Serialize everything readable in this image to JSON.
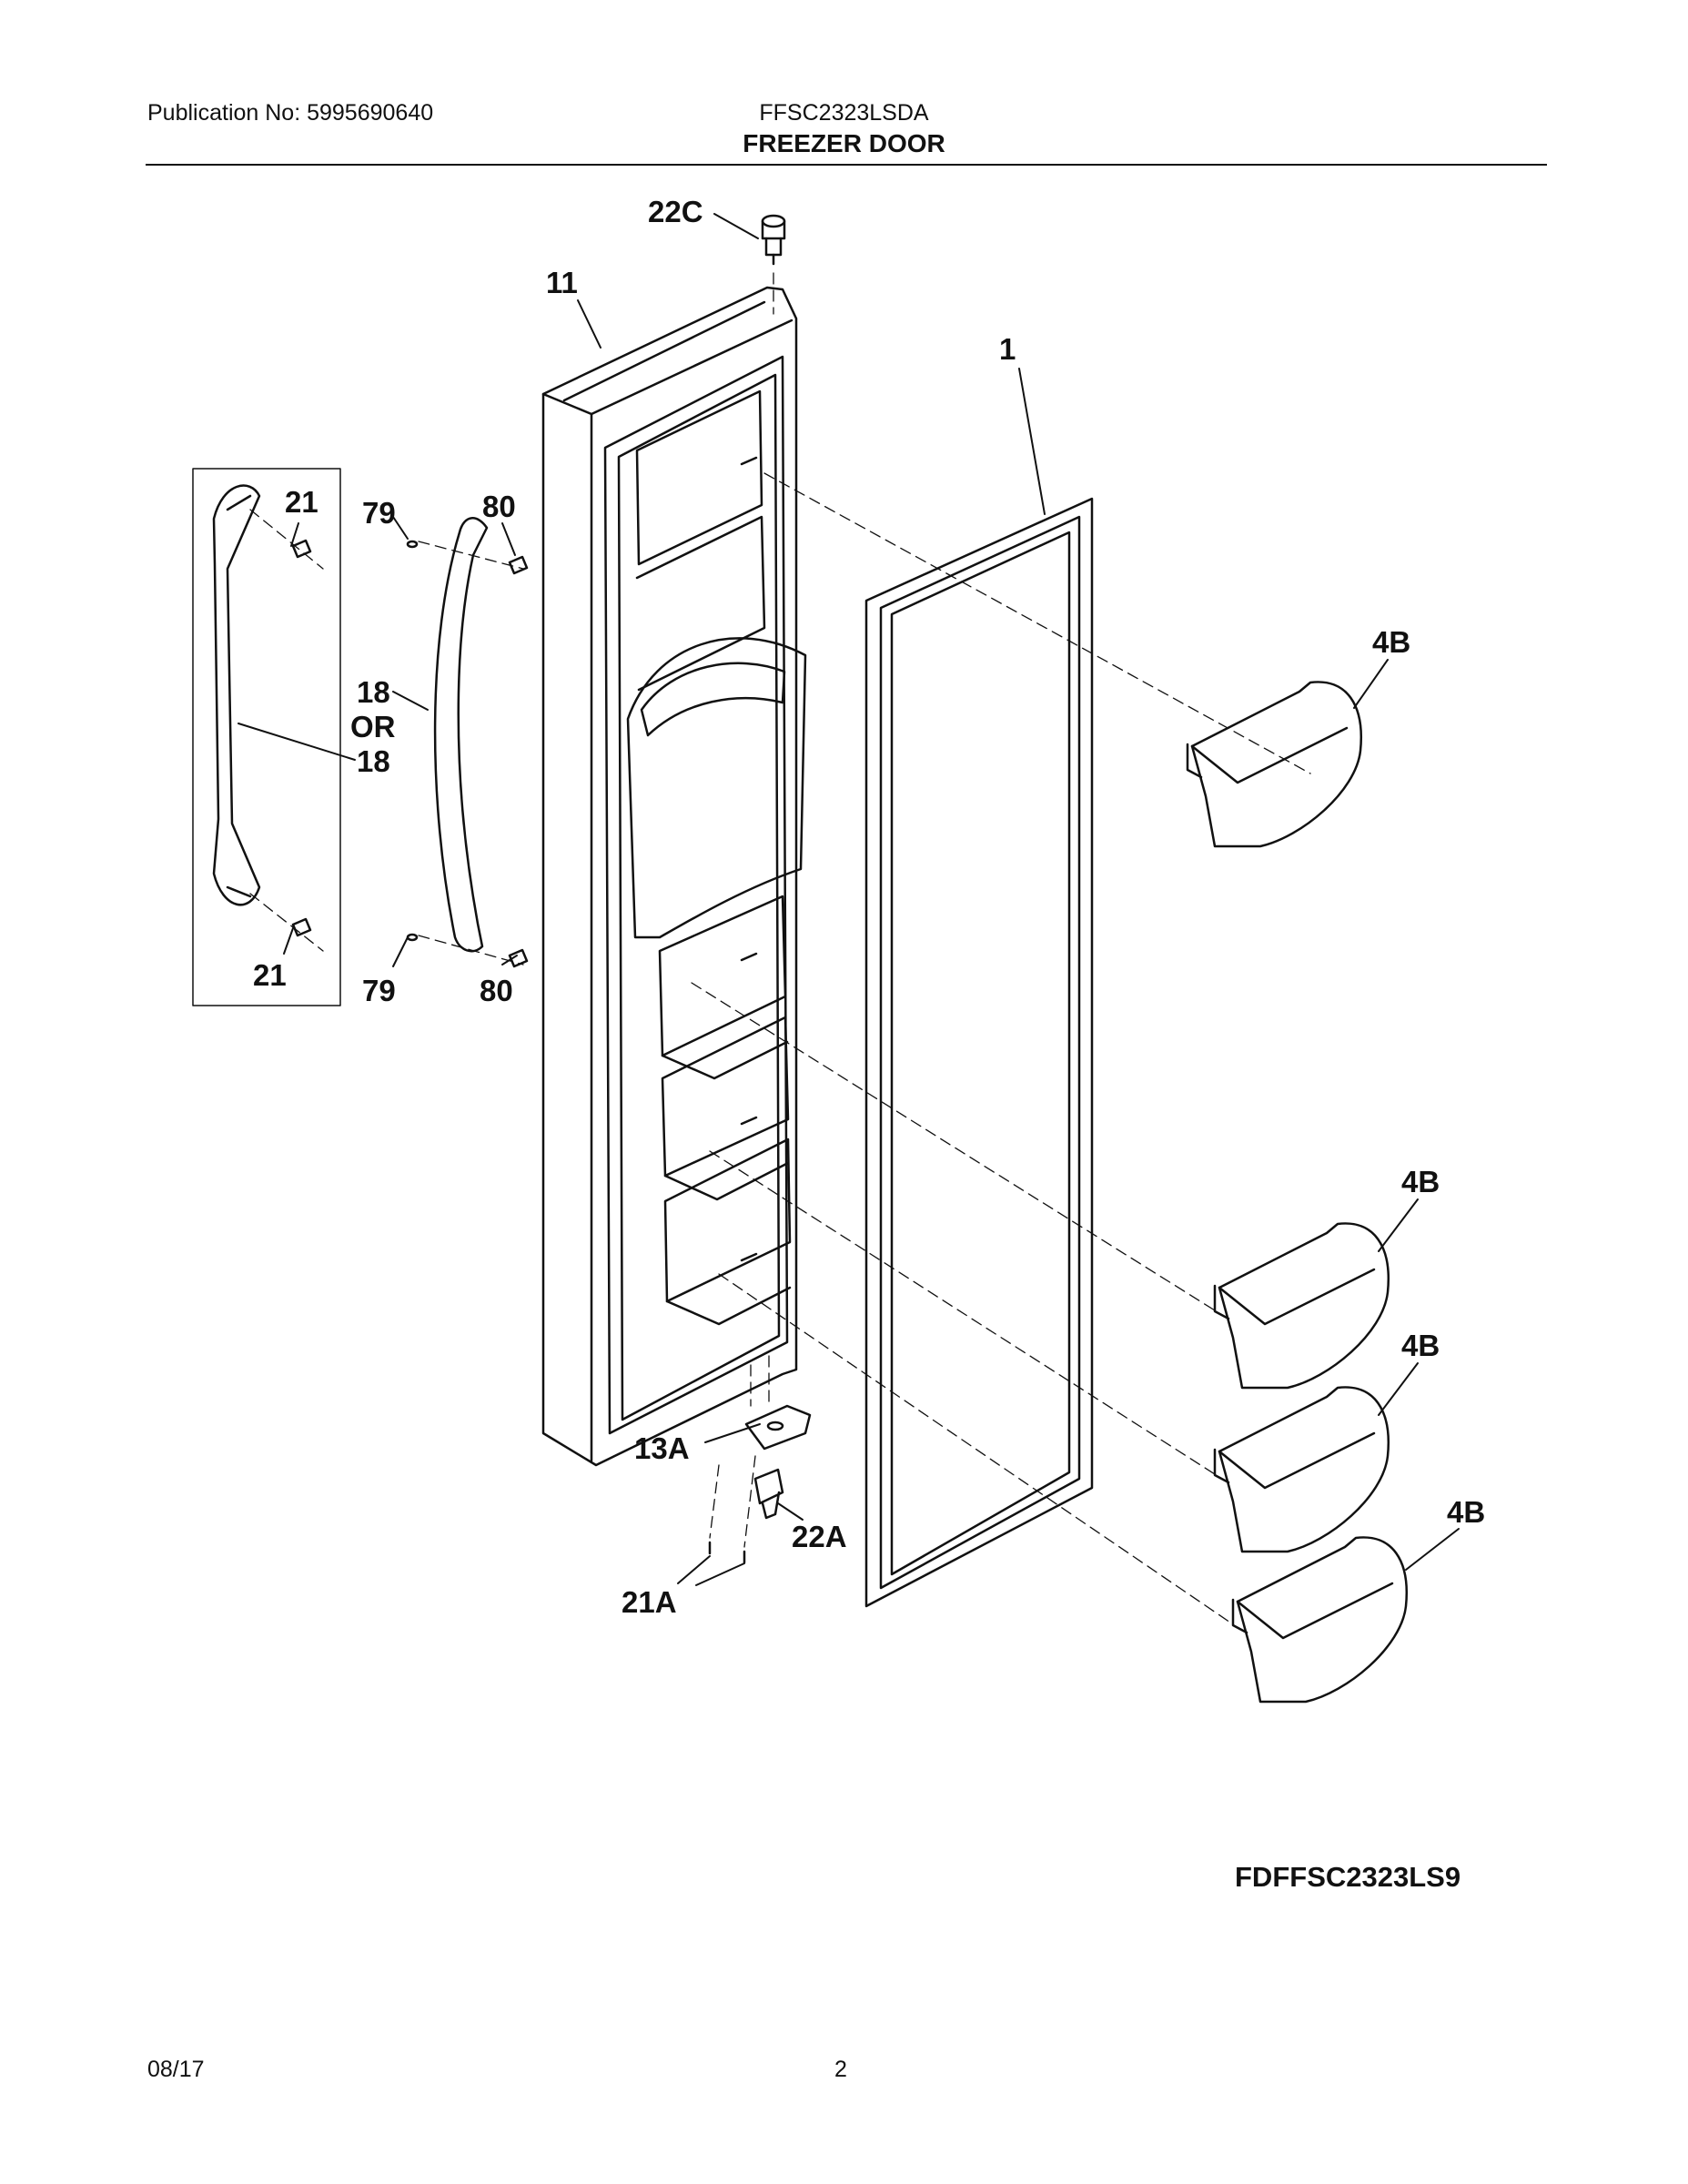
{
  "header": {
    "publication": "Publication No: 5995690640",
    "model": "FFSC2323LSDA",
    "section_title": "FREEZER DOOR"
  },
  "callouts": {
    "c22c": "22C",
    "c11": "11",
    "c1": "1",
    "c21_top": "21",
    "c79_top": "79",
    "c80_top": "80",
    "c18a": "18",
    "c_or": "OR",
    "c18b": "18",
    "c21_bottom": "21",
    "c79_bottom": "79",
    "c80_bottom": "80",
    "c4b_1": "4B",
    "c4b_2": "4B",
    "c4b_3": "4B",
    "c4b_4": "4B",
    "c13a": "13A",
    "c22a": "22A",
    "c21a": "21A"
  },
  "diagram_code": "FDFFSC2323LS9",
  "footer": {
    "date": "08/17",
    "page_number": "2"
  }
}
